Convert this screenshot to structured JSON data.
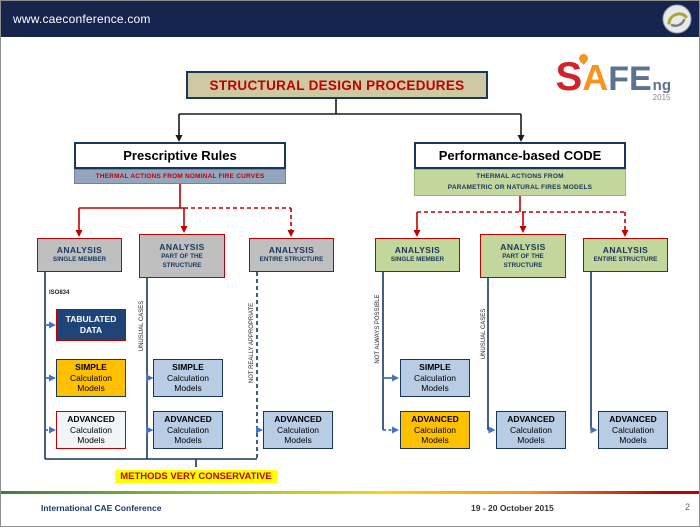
{
  "header": {
    "url": "www.caeconference.com"
  },
  "safe_logo": {
    "s": "S",
    "a": "A",
    "fe": "FE",
    "ng": "ng",
    "year": "2015"
  },
  "colors": {
    "header_bg": "#16254e",
    "navy": "#17375e",
    "red": "#c00000",
    "orange": "#ffc000",
    "light_blue": "#b8cce4",
    "green": "#c3d69b",
    "gray_box": "#bfbfbf",
    "khaki_title": "#cfc8a2",
    "banner_blue": "#95a5bd",
    "highlight_yellow": "#ffff00"
  },
  "diagram": {
    "title": "STRUCTURAL DESIGN PROCEDURES",
    "prescriptive": {
      "title": "Prescriptive Rules",
      "banner": "THERMAL ACTIONS FROM NOMINAL FIRE CURVES"
    },
    "performance": {
      "title": "Performance-based CODE",
      "banner_line1": "THERMAL ACTIONS FROM",
      "banner_line2": "PARAMETRIC OR NATURAL FIRES MODELS"
    },
    "analysis": {
      "title": "ANALYSIS",
      "single_member": "SINGLE MEMBER",
      "part_line1": "PART OF THE",
      "part_line2": "STRUCTURE",
      "entire": "ENTIRE STRUCTURE"
    },
    "calc": {
      "tabulated": [
        "TABULATED",
        "DATA"
      ],
      "simple": [
        "SIMPLE",
        "Calculation",
        "Models"
      ],
      "advanced": [
        "ADVANCED",
        "Calculation",
        "Models"
      ]
    },
    "labels": {
      "iso": "ISO834",
      "unusual_cases": "UNUSUAL CASES",
      "not_really_appropriate": "NOT REALLY APPROPRIATE",
      "not_always_possible": "NOT ALWAYS POSSIBLE",
      "conservative_note": "METHODS VERY CONSERVATIVE"
    }
  },
  "footer": {
    "conference": "International CAE Conference",
    "date": "19 - 20 October 2015",
    "page": "2"
  }
}
